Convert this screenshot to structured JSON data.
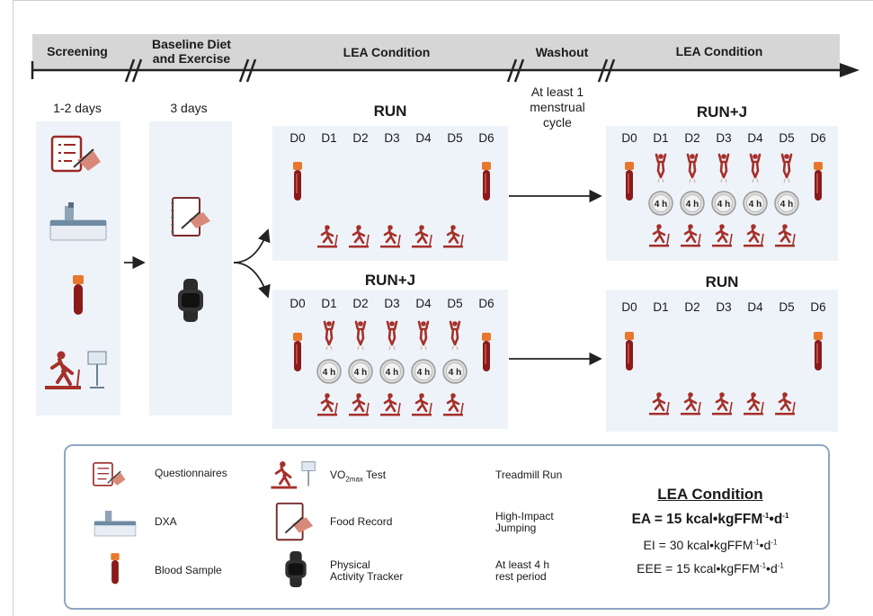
{
  "timeline": {
    "phases": [
      "Screening",
      "Baseline Diet",
      "and Exercise",
      "LEA Condition",
      "Washout",
      "LEA Condition"
    ],
    "durations": [
      "1-2 days",
      "3 days"
    ],
    "washout_note": [
      "At least 1",
      "menstrual",
      "cycle"
    ]
  },
  "panels": {
    "top_left_title": "RUN",
    "bottom_left_title": "RUN+J",
    "top_right_title": "RUN+J",
    "bottom_right_title": "RUN",
    "days": [
      "D0",
      "D1",
      "D2",
      "D3",
      "D4",
      "D5",
      "D6"
    ],
    "rest_badge": "4 h"
  },
  "legend": {
    "questionnaires": "Questionnaires",
    "dxa": "DXA",
    "blood_sample": "Blood Sample",
    "vo2_prefix": "VO",
    "vo2_sub": "2max",
    "vo2_suffix": " Test",
    "food_record": "Food  Record",
    "activity_tracker_1": "Physical",
    "activity_tracker_2": "Activity Tracker",
    "treadmill_run": "Treadmill Run",
    "jumping_1": "High-Impact",
    "jumping_2": "Jumping",
    "rest_1": "At least 4 h",
    "rest_2": "rest period",
    "rest_badge": "4 h"
  },
  "lea": {
    "title": "LEA Condition",
    "ea_left": "EA = 15 kcal•kgFFM",
    "ei_left": "EI = 30 kcal•kgFFM",
    "eee_left": "EEE = 15 kcal•kgFFM",
    "exp1": "-1",
    "d": "•d",
    "exp2": "-1"
  },
  "colors": {
    "timeline_bar": "#d6d6d6",
    "panel_bg": "#eef3f9",
    "blood": "#8b1a1a",
    "cap": "#e8772e",
    "runner": "#a5302a",
    "legend_border": "#8fa7c4"
  }
}
